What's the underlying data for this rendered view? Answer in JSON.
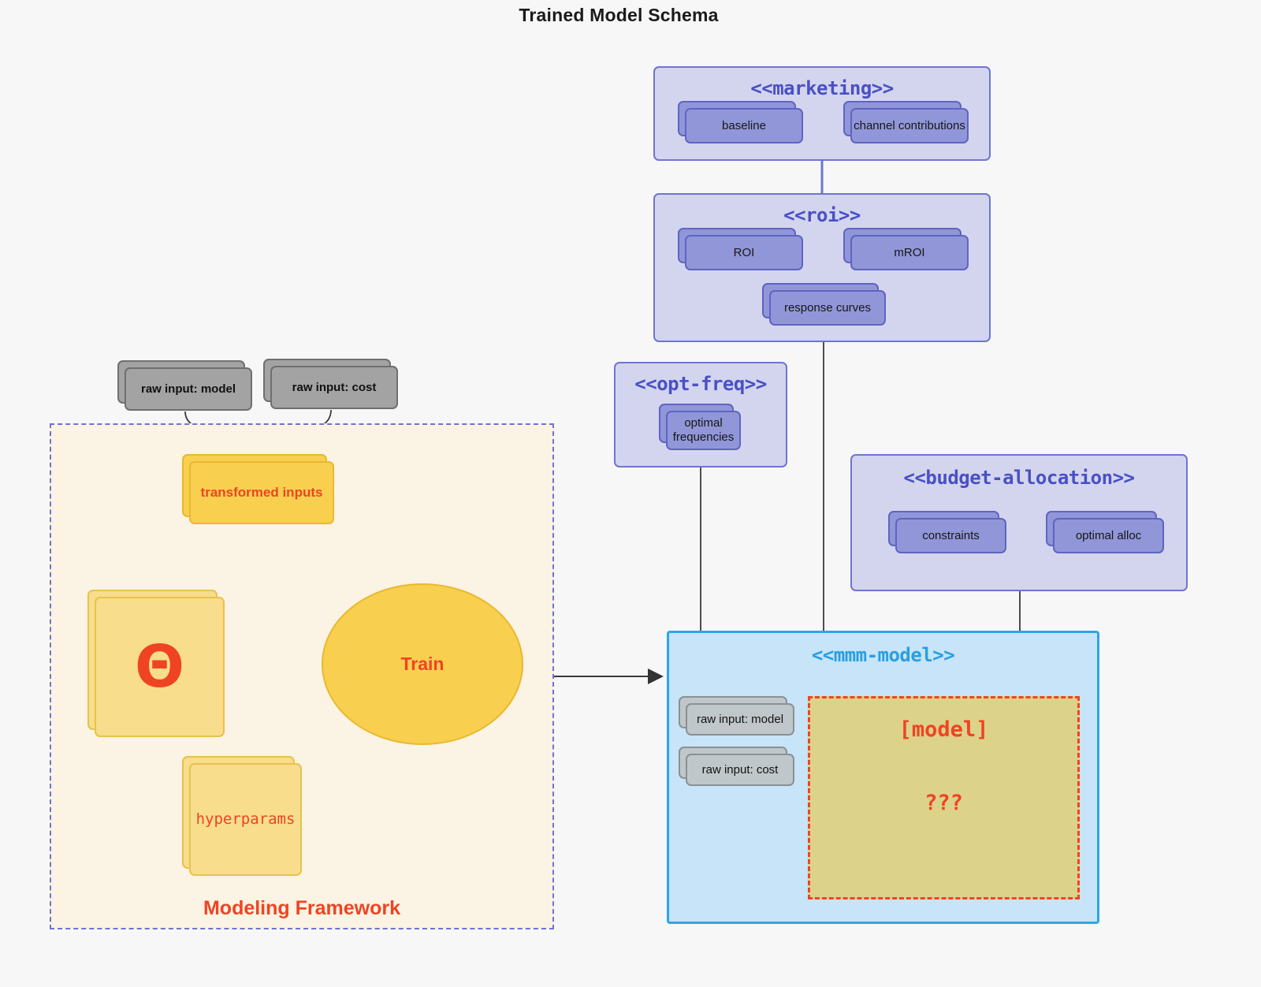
{
  "title": "Trained Model Schema",
  "packages": {
    "marketing": {
      "title": "<<marketing>>",
      "nodes": [
        {
          "label": "baseline"
        },
        {
          "label": "channel contributions"
        }
      ]
    },
    "roi": {
      "title": "<<roi>>",
      "nodes": [
        {
          "label": "ROI"
        },
        {
          "label": "mROI"
        },
        {
          "label": "response curves"
        }
      ]
    },
    "opt_freq": {
      "title": "<<opt-freq>>",
      "nodes": [
        {
          "label": "optimal frequencies"
        }
      ]
    },
    "budget_allocation": {
      "title": "<<budget-allocation>>",
      "nodes": [
        {
          "label": "constraints"
        },
        {
          "label": "optimal alloc"
        }
      ]
    },
    "mmm_model": {
      "title": "<<mmm-model>>",
      "inputs": [
        {
          "label": "raw input: model"
        },
        {
          "label": "raw input: cost"
        }
      ],
      "model_box": {
        "label": "[model]",
        "unknown": "???"
      }
    }
  },
  "framework": {
    "label": "Modeling Framework",
    "raw_inputs": [
      {
        "label": "raw input: model"
      },
      {
        "label": "raw input: cost"
      }
    ],
    "transformed_inputs": {
      "label": "transformed inputs"
    },
    "theta": {
      "glyph": "Θ"
    },
    "hyperparams": {
      "label": "hyperparams"
    },
    "train": {
      "label": "Train"
    }
  },
  "colors": {
    "background": "#f7f7f7",
    "package_fill": "#d3d5ee",
    "package_border": "#6f74d2",
    "package_title": "#4a50c4",
    "node_purple": "#9096d8",
    "node_purple_border": "#5f64c2",
    "mmm_fill": "#c7e4f8",
    "mmm_border": "#2ba6e8",
    "mmm_title": "#2a9fe0",
    "model_fill": "#ddd28a",
    "accent_red": "#ef4423",
    "framework_fill": "#fbf3e3",
    "yellow_node": "#f9cf4f",
    "yellow_soft": "#f7dd8c",
    "grey_node": "#a3a3a3",
    "grey_node_light": "#c0c7ca",
    "connector": "#4d4d4d"
  }
}
